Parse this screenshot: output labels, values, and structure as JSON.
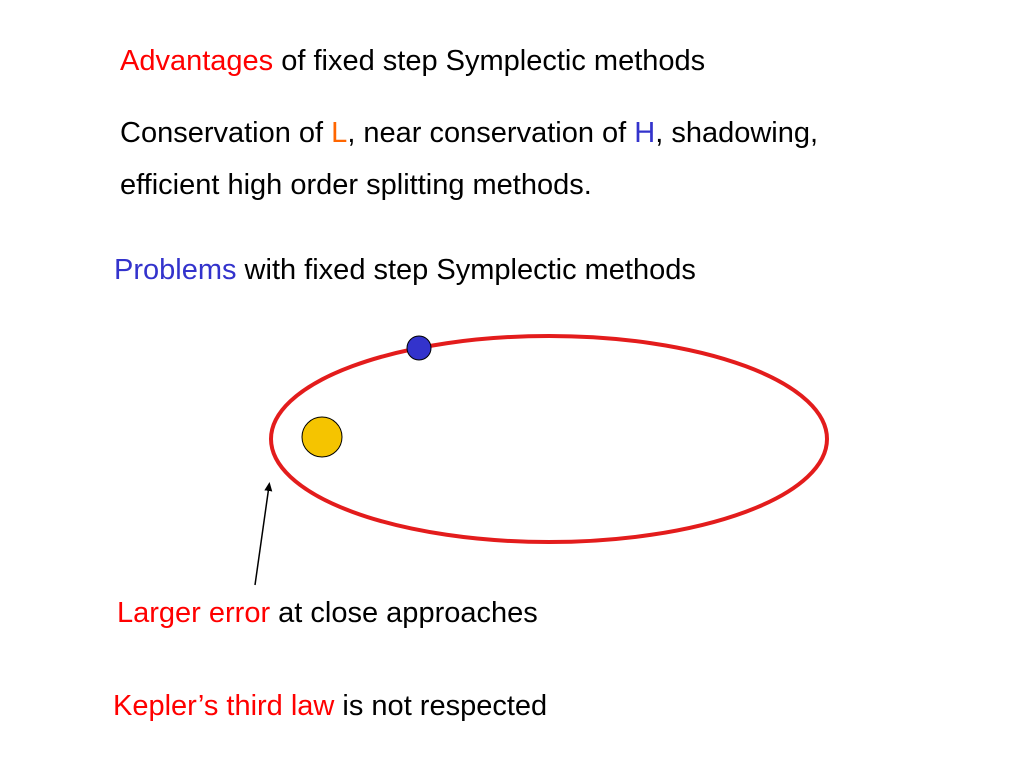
{
  "advantages_heading": {
    "highlight": "Advantages",
    "rest": " of fixed step Symplectic methods"
  },
  "conservation": {
    "part1": "Conservation of ",
    "L": "L",
    "part2": ", near conservation of ",
    "H": "H",
    "part3": ", shadowing,",
    "line2": "efficient high order splitting methods."
  },
  "problems_heading": {
    "highlight": "Problems",
    "rest": " with fixed step Symplectic methods"
  },
  "larger_error": {
    "highlight": "Larger error",
    "rest": " at close approaches"
  },
  "kepler": {
    "highlight": "Kepler’s third law",
    "rest": " is not respected"
  },
  "colors": {
    "highlight_red": "#ff0000",
    "highlight_blue": "#3333cc",
    "highlight_orange": "#ff6600",
    "orbit": "#e31c1c",
    "sun": "#f5c400",
    "planet": "#3333cc",
    "arrow": "#000000"
  }
}
